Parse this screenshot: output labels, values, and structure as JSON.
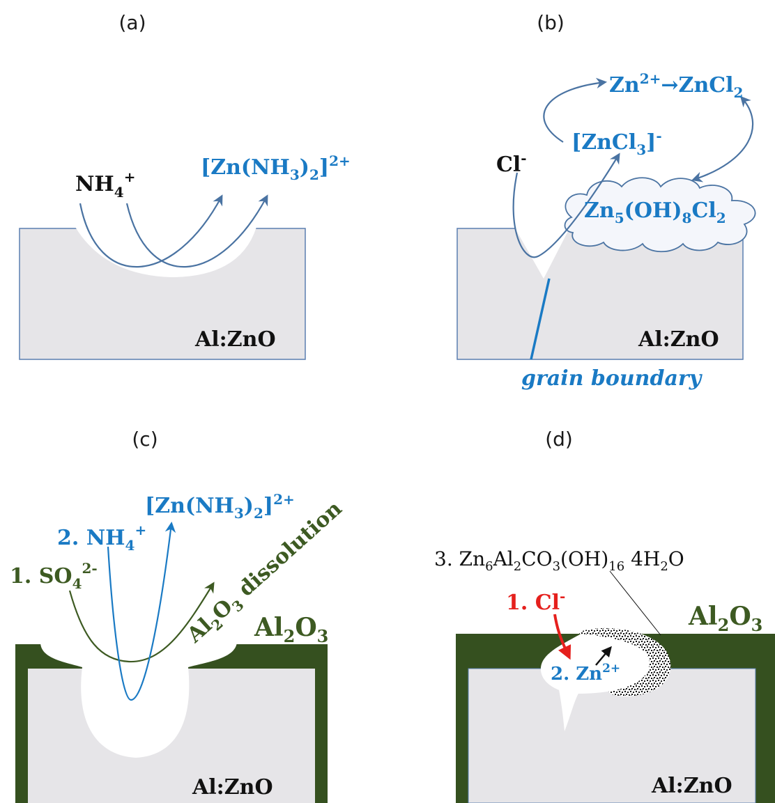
{
  "panels": {
    "a": {
      "label": "(a)",
      "ion": {
        "base": "NH",
        "sub": "4",
        "sup": "+"
      },
      "product": {
        "p1": "[Zn(NH",
        "sub": "3",
        "p2": ")",
        "sub2": "2",
        "p3": "]",
        "sup": "2+"
      },
      "material": "Al:ZnO"
    },
    "b": {
      "label": "(b)",
      "ion": {
        "base": "Cl",
        "sup": "-"
      },
      "zn_ion": {
        "base": "Zn",
        "sup": "2+"
      },
      "arrow_glyph": "→",
      "zncl2": {
        "base": "ZnCl",
        "sub": "2"
      },
      "zncl3": {
        "p1": "[ZnCl",
        "sub": "3",
        "p2": "]",
        "sup": "-"
      },
      "precipitate": {
        "p1": "Zn",
        "sub1": "5",
        "p2": "(OH)",
        "sub2": "8",
        "p3": "Cl",
        "sub3": "2"
      },
      "material": "Al:ZnO",
      "boundary_label": "grain boundary"
    },
    "c": {
      "label": "(c)",
      "product": {
        "p1": "[Zn(NH",
        "sub": "3",
        "p2": ")",
        "sub2": "2",
        "p3": "]",
        "sup": "2+"
      },
      "step2": {
        "p1": "2. NH",
        "sub": "4",
        "sup": "+"
      },
      "step1": {
        "p1": "1. SO",
        "sub": "4",
        "sup": "2-"
      },
      "dissolution": {
        "p1": "Al",
        "sub1": "2",
        "p2": "O",
        "sub2": "3",
        "p3": " dissolution"
      },
      "oxide": {
        "p1": "Al",
        "sub1": "2",
        "p2": "O",
        "sub2": "3"
      },
      "material": "Al:ZnO"
    },
    "d": {
      "label": "(d)",
      "compound": {
        "p1": "3. Zn",
        "sub1": "6",
        "p2": "Al",
        "sub2": "2",
        "p3": "CO",
        "sub3": "3",
        "p4": "(OH)",
        "sub4": "16",
        "p5": " 4H",
        "sub5": "2",
        "p6": "O"
      },
      "step1": {
        "base": "1. Cl",
        "sup": "-"
      },
      "step2": {
        "base": "2. Zn",
        "sup": "2+"
      },
      "oxide": {
        "p1": "Al",
        "sub1": "2",
        "p2": "O",
        "sub2": "3"
      },
      "material": "Al:ZnO"
    }
  },
  "colors": {
    "substrate": "#e6e5e8",
    "substrate_edge": "#5a7fb0",
    "blue_text": "#1a7ac4",
    "arrow_blue": "#4a73a2",
    "green_text": "#3d5a22",
    "oxide_layer": "#35501f",
    "red_text": "#e5201d"
  }
}
